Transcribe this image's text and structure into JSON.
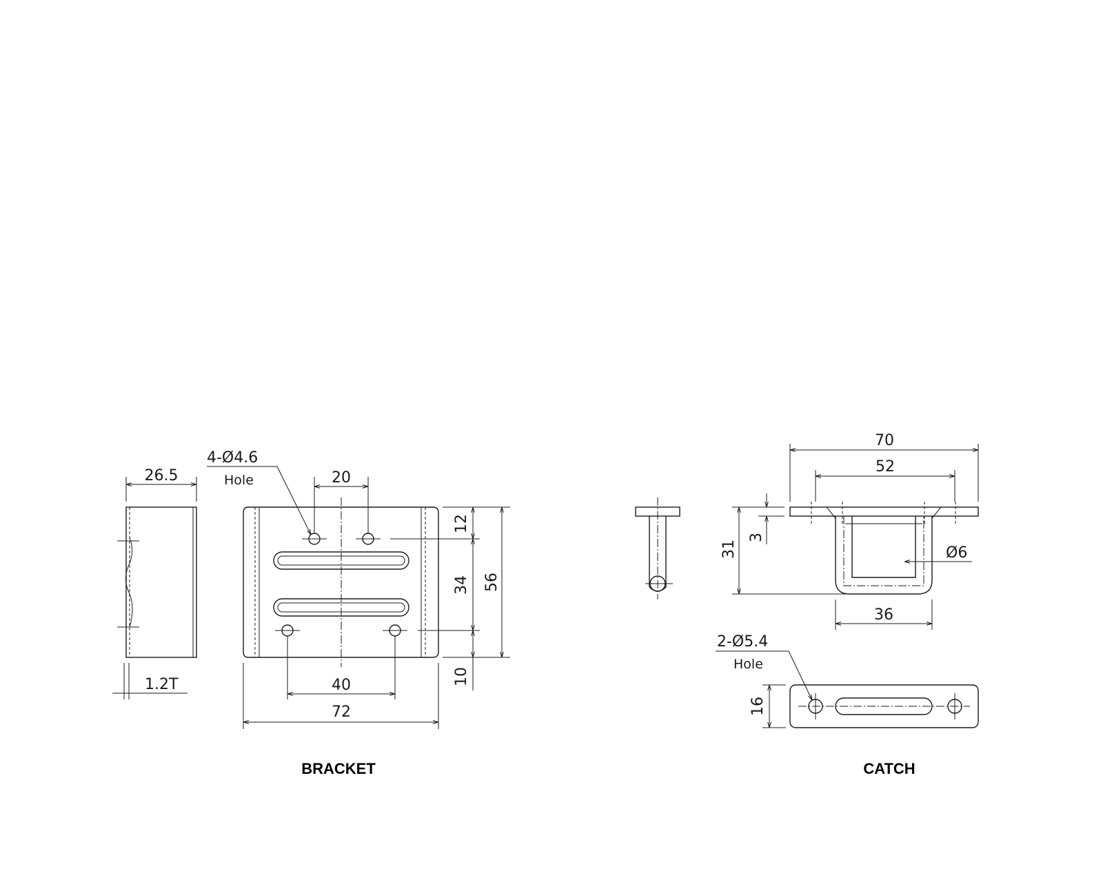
{
  "bracket": {
    "title": "BRACKET",
    "dims": {
      "side_width": "26.5",
      "thickness": "1.2T",
      "hole_spacing_top": "20",
      "hole_spacing_bottom": "40",
      "overall_width": "72",
      "top_offset": "12",
      "mid_span": "34",
      "bottom_offset": "10",
      "overall_height": "56"
    },
    "hole_callout": "4-Ø4.6",
    "hole_word": "Hole"
  },
  "catch": {
    "title": "CATCH",
    "dims": {
      "overall_length": "70",
      "hole_spacing": "52",
      "flange_thickness": "3",
      "height": "31",
      "rod_diameter": "Ø6",
      "loop_width": "36",
      "base_width": "16"
    },
    "hole_callout": "2-Ø5.4",
    "hole_word": "Hole"
  }
}
